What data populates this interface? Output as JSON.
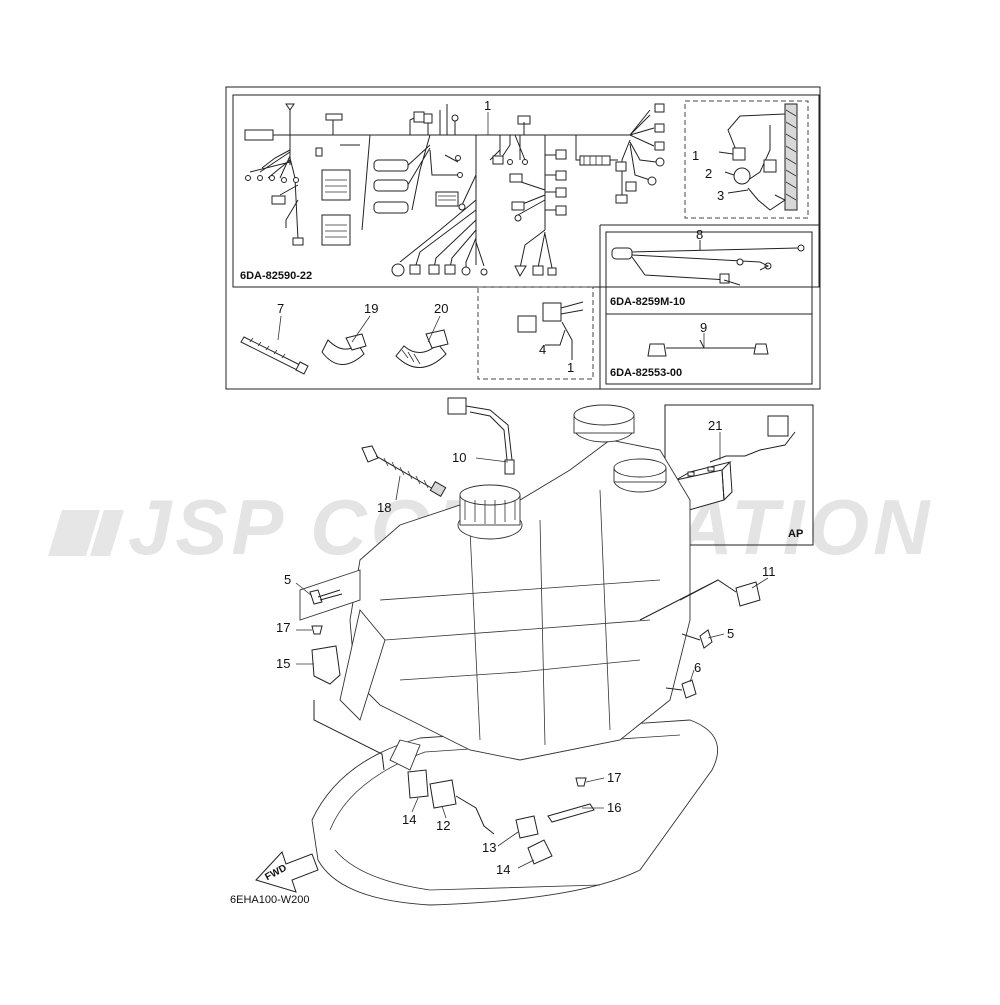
{
  "watermark": "JSP CORPORATION",
  "diagram_code": "6EHA100-W200",
  "fwd_label": "FWD",
  "kits": {
    "main_harness": "6DA-82590-22",
    "harness_8": "6DA-8259M-10",
    "harness_9": "6DA-82553-00",
    "ap_box": "AP"
  },
  "labels": {
    "p1": "1",
    "p1_sub": "1",
    "p1_relay": "1",
    "p2": "2",
    "p3": "3",
    "p4": "4",
    "p5_left": "5",
    "p5_right": "5",
    "p6": "6",
    "p7": "7",
    "p8": "8",
    "p9": "9",
    "p10": "10",
    "p11": "11",
    "p12": "12",
    "p13": "13",
    "p14_left": "14",
    "p14_bottom": "14",
    "p15": "15",
    "p16": "16",
    "p17_left": "17",
    "p17_right": "17",
    "p18": "18",
    "p19": "19",
    "p20": "20",
    "p21": "21"
  }
}
